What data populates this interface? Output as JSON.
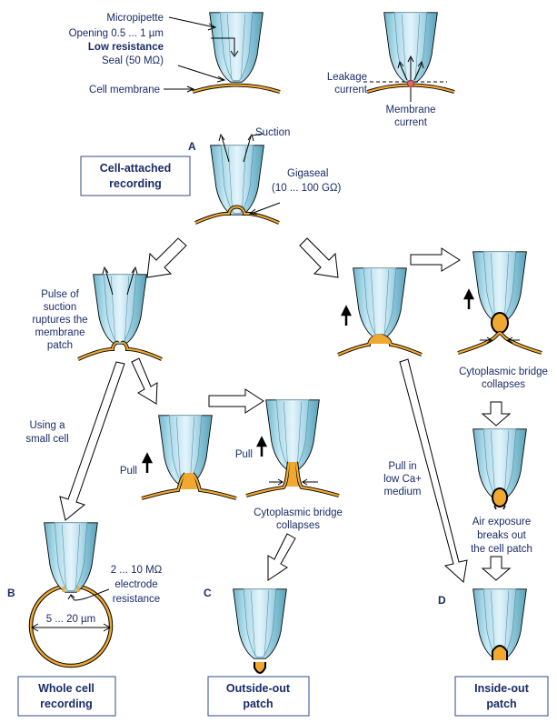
{
  "labels": {
    "micropipette": "Micropipette",
    "opening": "Opening 0.5 ... 1 µm",
    "low_resistance": "Low resistance",
    "seal_50": "Seal (50 MΩ)",
    "cell_membrane": "Cell membrane",
    "leakage_current_1": "Leakage",
    "leakage_current_2": "current",
    "membrane_current_1": "Membrane",
    "membrane_current_2": "current",
    "suction": "Suction",
    "gigaseal": "Gigaseal",
    "gigaseal_range": "(10 ... 100 GΩ)",
    "pulse_1": "Pulse of",
    "pulse_2": "suction",
    "pulse_3": "ruptures the",
    "pulse_4": "membrane",
    "pulse_5": "patch",
    "small_cell_1": "Using a",
    "small_cell_2": "small cell",
    "pull_1": "Pull",
    "pull_2": "Pull",
    "bridge_left_1": "Cytoplasmic bridge",
    "bridge_left_2": "collapses",
    "bridge_right_1": "Cytoplasmic bridge",
    "bridge_right_2": "collapses",
    "pull_low_ca_1": "Pull in",
    "pull_low_ca_2": "low Ca+",
    "pull_low_ca_3": "medium",
    "air_1": "Air exposure",
    "air_2": "breaks out",
    "air_3": "the cell patch",
    "electrode_1": "2 ... 10 MΩ",
    "electrode_2": "electrode",
    "electrode_3": "resistance",
    "cell_diameter": "5 ... 20 µm"
  },
  "letters": {
    "a": "A",
    "b": "B",
    "c": "C",
    "d": "D"
  },
  "boxes": {
    "cell_attached_1": "Cell-attached",
    "cell_attached_2": "recording",
    "whole_cell_1": "Whole cell",
    "whole_cell_2": "recording",
    "outside_out_1": "Outside-out",
    "outside_out_2": "patch",
    "inside_out_1": "Inside-out",
    "inside_out_2": "patch"
  },
  "colors": {
    "text": "#1a2c68",
    "pipette_light": "#c8eaf5",
    "pipette_dark": "#6fb6cc",
    "membrane": "#f0a830",
    "outline": "#000000"
  }
}
